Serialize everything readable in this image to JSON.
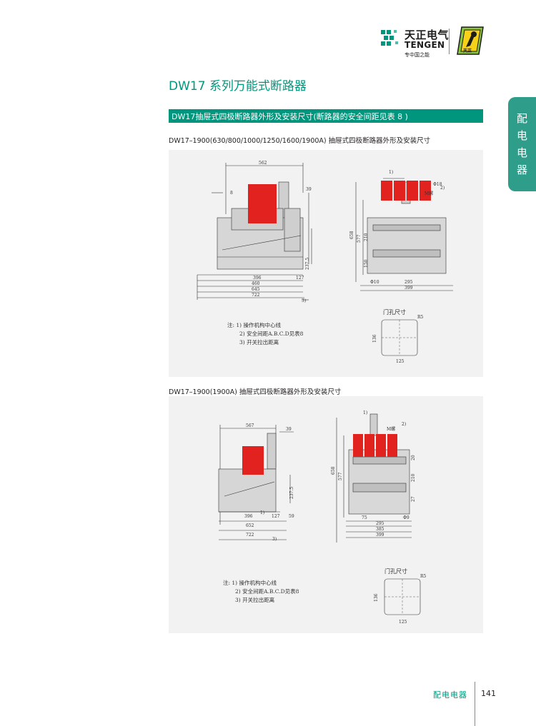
{
  "brand": {
    "name_cn": "天正电气",
    "name_en": "TENGEN",
    "slogan": "专中国之能",
    "badge_text": "天正",
    "accent": "#00967d"
  },
  "page_title": "DW17 系列万能式断路器",
  "side_tab": [
    "配",
    "电",
    "电",
    "器"
  ],
  "section": {
    "heading": "DW17抽屉式四极断路器外形及安装尺寸(断路器的安全间距见表 8 )",
    "figure1": {
      "caption": "DW17–1900(630/800/1000/1250/1600/1900A) 抽屉式四极断路器外形及安装尺寸",
      "side_dims": [
        "562",
        "8",
        "39",
        "237.5",
        "396",
        "127",
        "460",
        "645",
        "722",
        "3)"
      ],
      "front_dims": [
        "1)",
        "2)",
        "M螺",
        "Φ18",
        "658",
        "577",
        "210",
        "150",
        "Φ10",
        "295",
        "399"
      ],
      "door_label": "门孔尺寸",
      "door_dims": [
        "R5",
        "136",
        "125"
      ],
      "notes": [
        "注: 1) 操作机构中心线",
        "2) 安全间距A.B.C.D见表8",
        "3) 开关拉出距离"
      ]
    },
    "figure2": {
      "caption": "DW17–1900(1900A) 抽屉式四极断路器外形及安装尺寸",
      "side_dims": [
        "567",
        "39",
        "237.5",
        "396",
        "1)",
        "127",
        "59",
        "652",
        "722",
        "3)"
      ],
      "front_dims": [
        "1)",
        "2)",
        "M螺",
        "658",
        "577",
        "20",
        "210",
        "27",
        "75",
        "295",
        "385",
        "399",
        "Φ9"
      ],
      "door_label": "门孔尺寸",
      "door_dims": [
        "R5",
        "136",
        "125"
      ],
      "notes": [
        "注: 1) 操作机构中心线",
        "2) 安全间距A.B.C.D见表8",
        "3) 开关拉出距离"
      ]
    }
  },
  "footer": {
    "category": "配电电器",
    "page_number": "141"
  },
  "colors": {
    "accent": "#00967d",
    "tab": "#2e9d8a",
    "handle_red": "#e2221f",
    "diagram_bg": "#f2f2f2"
  }
}
